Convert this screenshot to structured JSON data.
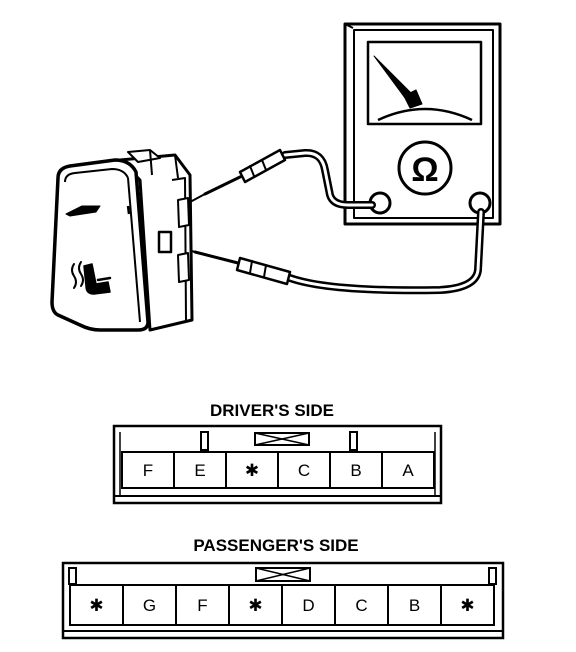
{
  "meter": {
    "symbol": "Ω"
  },
  "switch": {
    "icon": "heated-seat-icon"
  },
  "driver": {
    "title": "DRIVER'S SIDE",
    "pins": [
      "F",
      "E",
      "✱",
      "C",
      "B",
      "A"
    ]
  },
  "passenger": {
    "title": "PASSENGER'S SIDE",
    "pins": [
      "✱",
      "G",
      "F",
      "✱",
      "D",
      "C",
      "B",
      "✱"
    ]
  }
}
